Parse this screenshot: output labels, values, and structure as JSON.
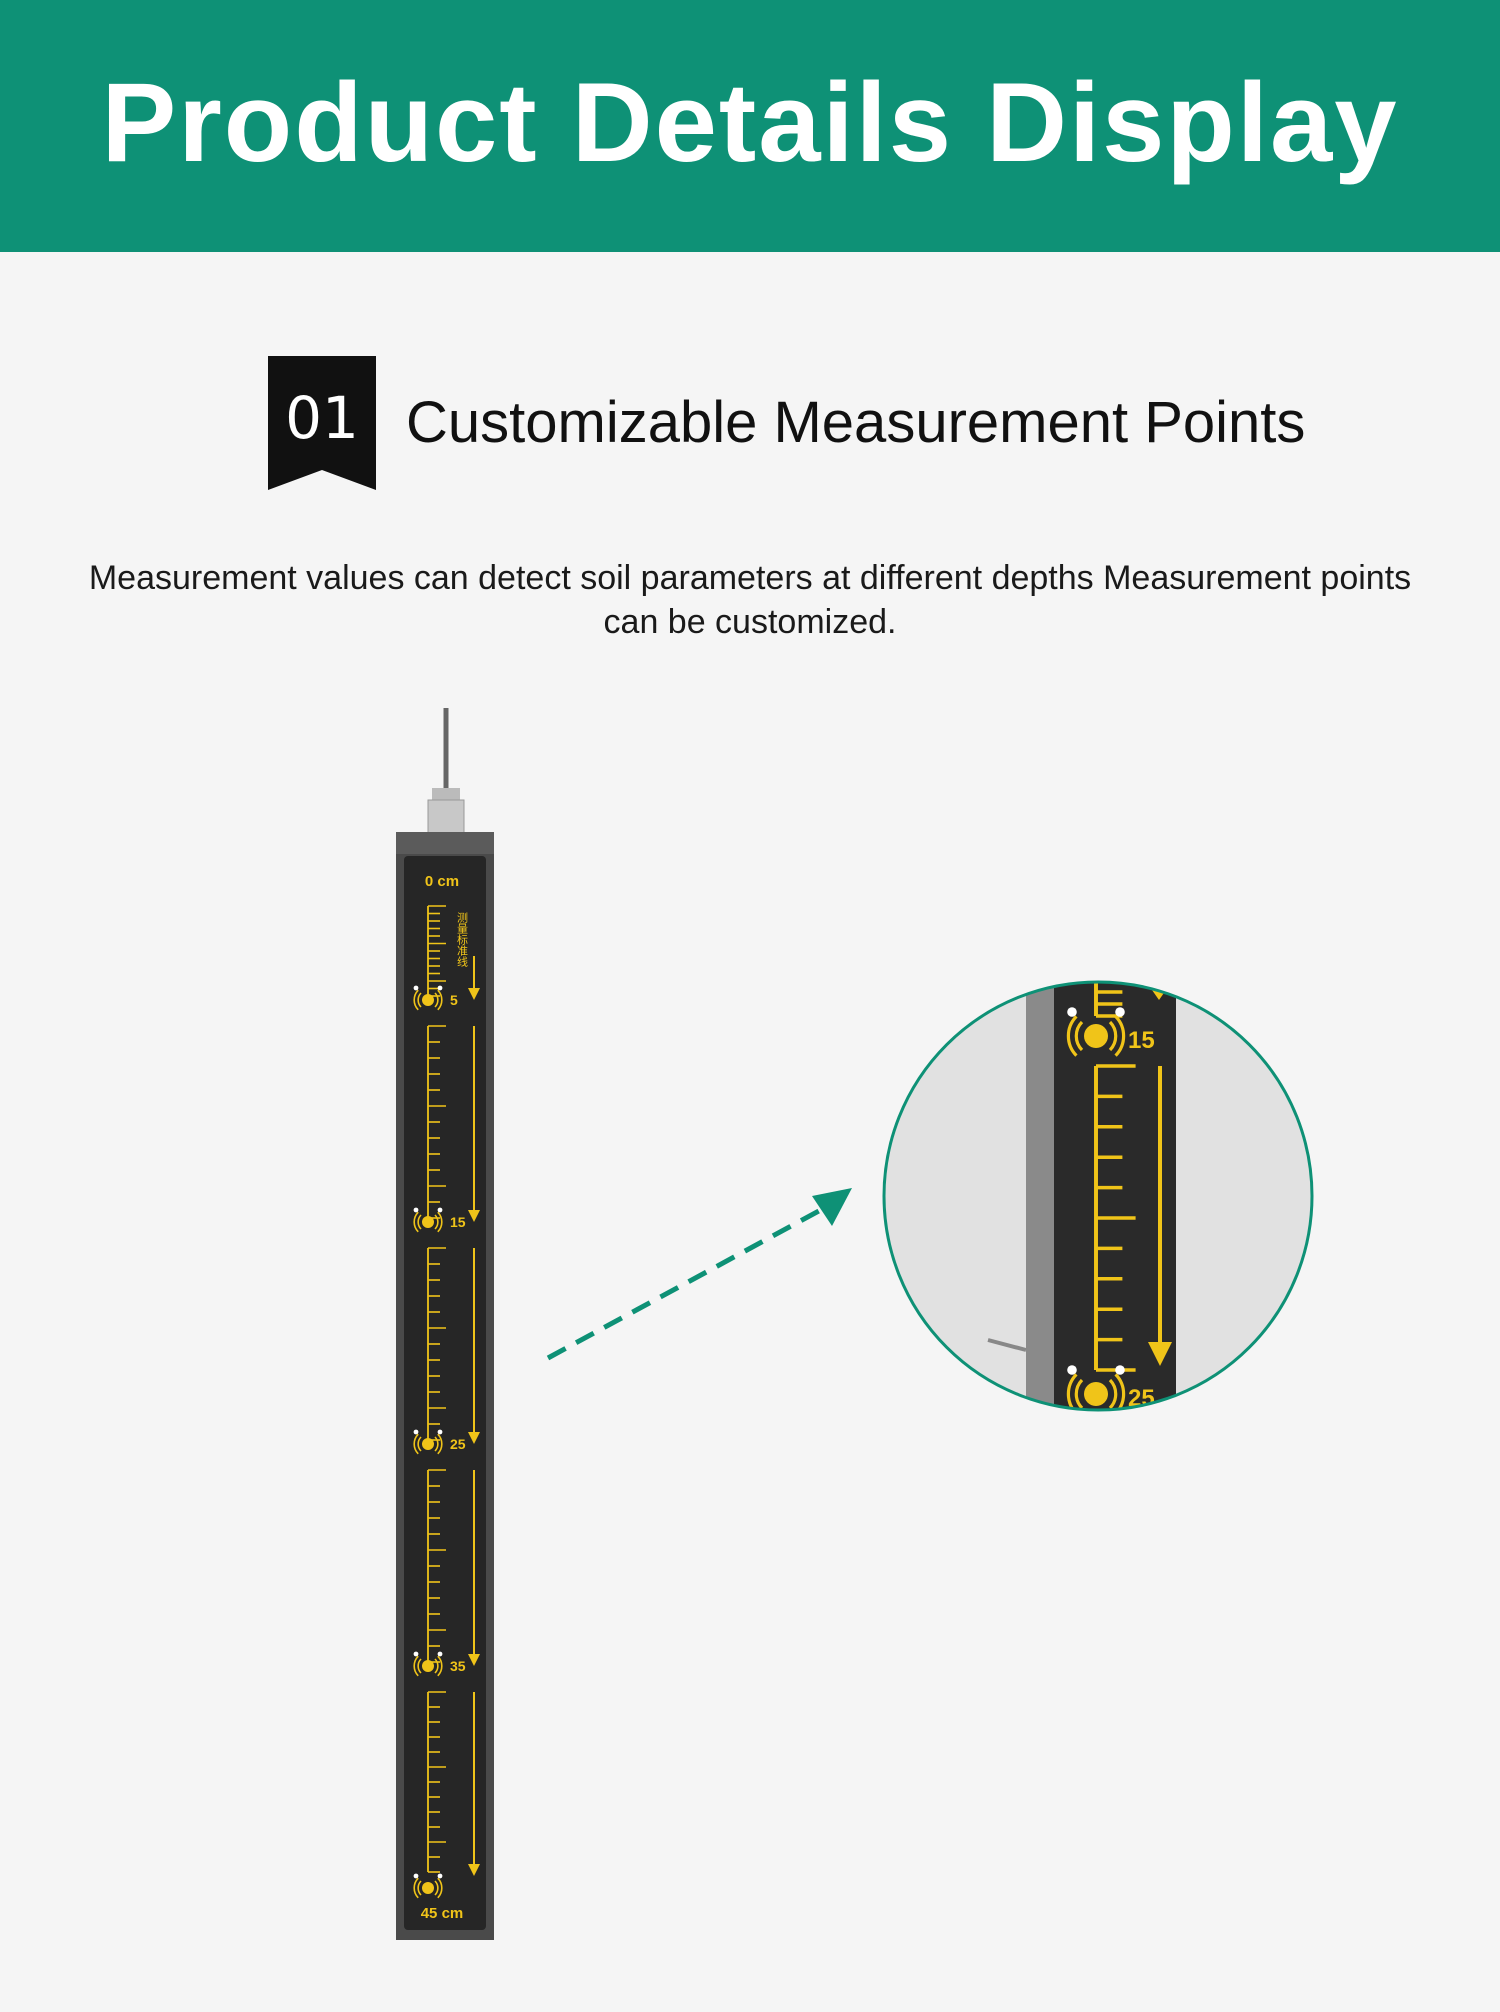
{
  "header": {
    "title": "Product Details Display"
  },
  "section": {
    "number": "01",
    "title": "Customizable Measurement Points",
    "description": "Measurement values can detect soil parameters at different depths Measurement points can be customized."
  },
  "probe": {
    "top_label": "0 cm",
    "bottom_label": "45 cm",
    "vertical_label": "测量标准线",
    "markers": [
      "5",
      "15",
      "25",
      "35"
    ]
  },
  "zoom": {
    "markers": [
      "15",
      "25"
    ]
  },
  "colors": {
    "brand": "#0e9176",
    "accent": "#f0c419",
    "probe_body": "#2b2b2b",
    "badge": "#111111"
  }
}
